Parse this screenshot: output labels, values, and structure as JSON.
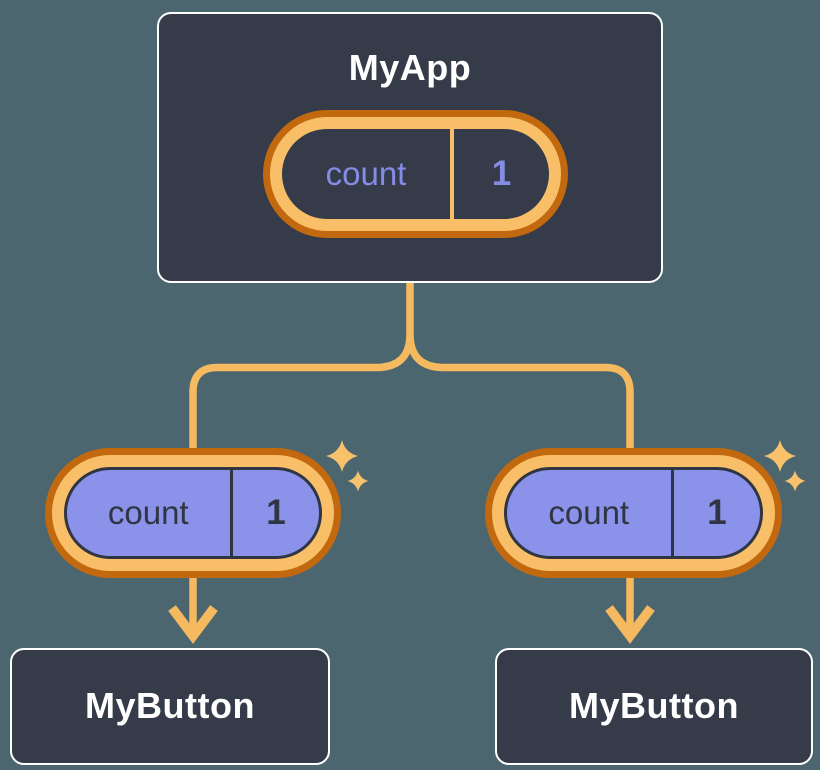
{
  "theme": {
    "background": "#4C6670",
    "card": "#353B48",
    "card_border": "#FFFFFF",
    "orange_dark": "#C2690F",
    "orange_light": "#F8BE68",
    "connector": "#F5B95F",
    "sparkle": "#F8C26C",
    "purple": "#8B92E9",
    "periwinkle_text": "#858CE6",
    "ink": "#2F3542",
    "text_light": "#FFFFFF"
  },
  "tree": {
    "root": {
      "label": "MyApp",
      "state": {
        "name": "count",
        "value": "1"
      }
    },
    "children": [
      {
        "label": "MyButton",
        "state": {
          "name": "count",
          "value": "1"
        }
      },
      {
        "label": "MyButton",
        "state": {
          "name": "count",
          "value": "1"
        }
      }
    ]
  }
}
